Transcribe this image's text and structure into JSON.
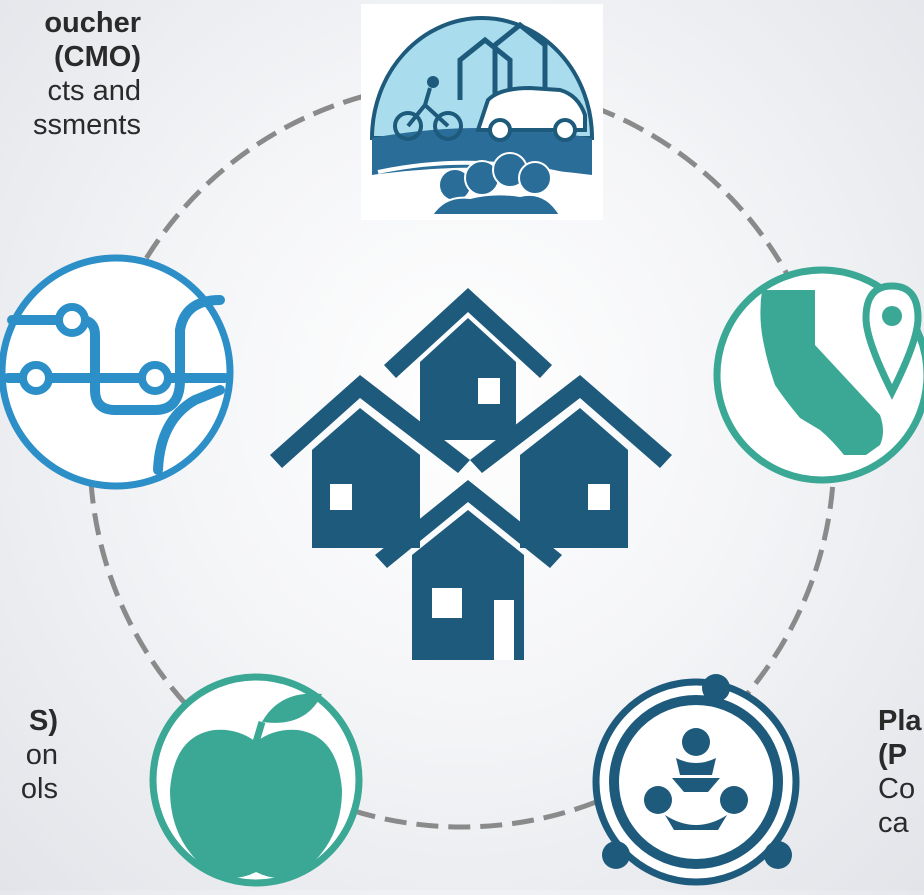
{
  "labels": {
    "top_left": {
      "title_line1": "oucher",
      "title_line2": "(CMO)",
      "line3": "cts and",
      "line4": "ssments"
    },
    "bottom_left": {
      "title": "S)",
      "line2": "on",
      "line3": "ols"
    },
    "bottom_right": {
      "title_line1": "Pla",
      "title_line2": "(P",
      "line3": "Co",
      "line4": "ca"
    }
  },
  "icons": {
    "center": "houses-cluster-icon",
    "top": "community-mobility-logo-icon",
    "right": "california-location-pin-icon",
    "left": "transit-network-map-icon",
    "bottom_left": "apple-icon",
    "bottom_right": "collaboration-people-icon"
  },
  "colors": {
    "navy": "#1e5a7c",
    "teal": "#3aa894",
    "blue": "#2c8fc7",
    "ring_dash": "#8a8a8a",
    "circle_stroke": "#3aa894"
  }
}
